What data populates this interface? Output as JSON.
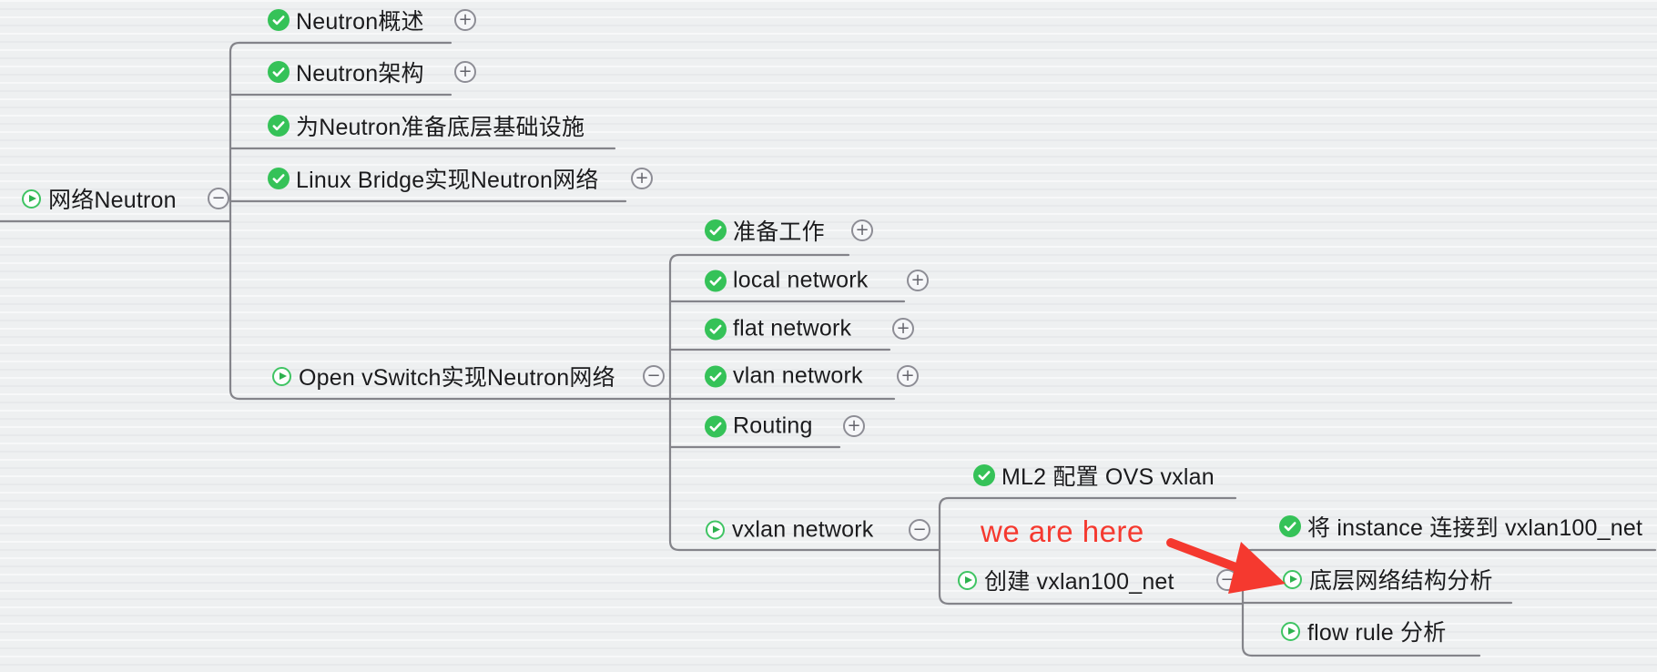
{
  "colors": {
    "accent_green": "#35c258",
    "play_green": "#2db14e",
    "line_gray": "#84848a",
    "annotation_red": "#f5392f",
    "text": "#1b1b1d",
    "background": "#eef0f1"
  },
  "icons": {
    "plus_glyph": "+",
    "minus_glyph": "−"
  },
  "annotation": {
    "label": "we are here"
  },
  "tree": {
    "label": "网络Neutron",
    "status": "in-progress",
    "expander": "minus",
    "children": [
      {
        "label": "Neutron概述",
        "status": "done",
        "expander": "plus",
        "children": []
      },
      {
        "label": "Neutron架构",
        "status": "done",
        "expander": "plus",
        "children": []
      },
      {
        "label": "为Neutron准备底层基础设施",
        "status": "done",
        "expander": null,
        "children": []
      },
      {
        "label": "Linux Bridge实现Neutron网络",
        "status": "done",
        "expander": "plus",
        "children": []
      },
      {
        "label": "Open vSwitch实现Neutron网络",
        "status": "in-progress",
        "expander": "minus",
        "children": [
          {
            "label": "准备工作",
            "status": "done",
            "expander": "plus",
            "children": []
          },
          {
            "label": "local network",
            "status": "done",
            "expander": "plus",
            "children": []
          },
          {
            "label": "flat network",
            "status": "done",
            "expander": "plus",
            "children": []
          },
          {
            "label": "vlan network",
            "status": "done",
            "expander": "plus",
            "children": []
          },
          {
            "label": "Routing",
            "status": "done",
            "expander": "plus",
            "children": []
          },
          {
            "label": "vxlan network",
            "status": "in-progress",
            "expander": "minus",
            "children": [
              {
                "label": "ML2 配置 OVS vxlan",
                "status": "done",
                "expander": null,
                "children": []
              },
              {
                "label": "创建 vxlan100_net",
                "status": "in-progress",
                "expander": "minus",
                "children": [
                  {
                    "label": "将 instance 连接到 vxlan100_net",
                    "status": "done",
                    "expander": null,
                    "children": []
                  },
                  {
                    "label": "底层网络结构分析",
                    "status": "in-progress",
                    "expander": null,
                    "children": []
                  },
                  {
                    "label": "flow rule 分析",
                    "status": "in-progress",
                    "expander": null,
                    "children": []
                  }
                ]
              }
            ]
          }
        ]
      }
    ]
  }
}
